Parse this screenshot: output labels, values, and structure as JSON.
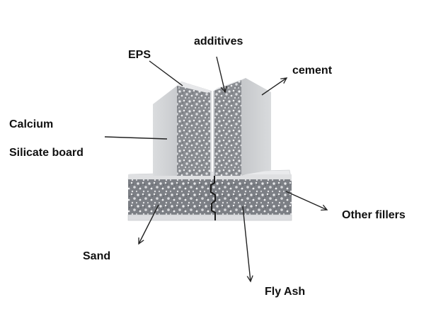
{
  "labels": {
    "eps": "EPS",
    "additives": "additives",
    "cement": "cement",
    "calcium": "Calcium",
    "silicate_board": "Silicate board",
    "other_fillers": "Other fillers",
    "sand": "Sand",
    "fly_ash": "Fly Ash"
  },
  "colors": {
    "board_face": "#d4d6d9",
    "board_top": "#e6e7e9",
    "core": "#8c8f94",
    "base_core": "#7e8187",
    "pointer": "#222222"
  }
}
